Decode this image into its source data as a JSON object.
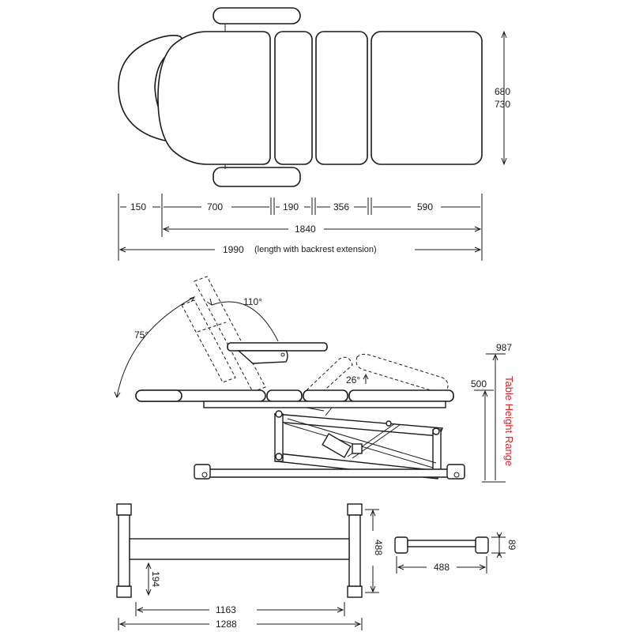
{
  "top_view": {
    "dims": {
      "d150": "150",
      "d700": "700",
      "d190": "190",
      "d356": "356",
      "d590": "590",
      "d1840": "1840",
      "d1990": "1990",
      "d1990_note": "(length with backrest extension)",
      "w680": "680",
      "w730": "730"
    }
  },
  "side_view": {
    "angle_110": "110°",
    "angle_75": "75°",
    "angle_26": "26°",
    "h987": "987",
    "h500": "500",
    "table_height_label": "Table Height Range"
  },
  "base_view": {
    "d1163": "1163",
    "d1288": "1288",
    "d488": "488",
    "d194": "194",
    "d488b": "488",
    "d89": "89"
  },
  "colors": {
    "line": "#1a1a1a",
    "accent_red": "#d8262b"
  }
}
